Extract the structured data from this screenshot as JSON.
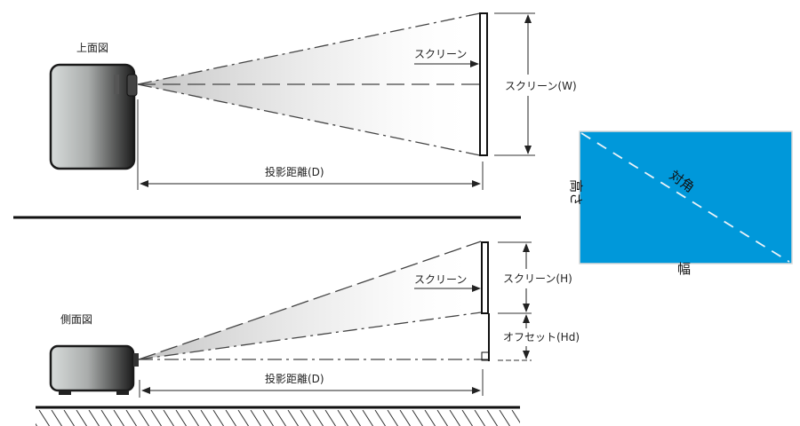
{
  "top_view": {
    "title": "上面図",
    "screen_pointer_label": "スクリーン",
    "screen_width_label": "スクリーン(W)",
    "distance_label": "投影距離(D)"
  },
  "side_view": {
    "title": "側面図",
    "screen_pointer_label": "スクリーン",
    "screen_height_label": "スクリーン(H)",
    "offset_label": "オフセット(Hd)",
    "distance_label": "投影距離(D)"
  },
  "screen_diagram": {
    "diagonal_label": "対角",
    "height_label": "高さ",
    "width_label": "幅",
    "fill_color": "#0098da"
  }
}
